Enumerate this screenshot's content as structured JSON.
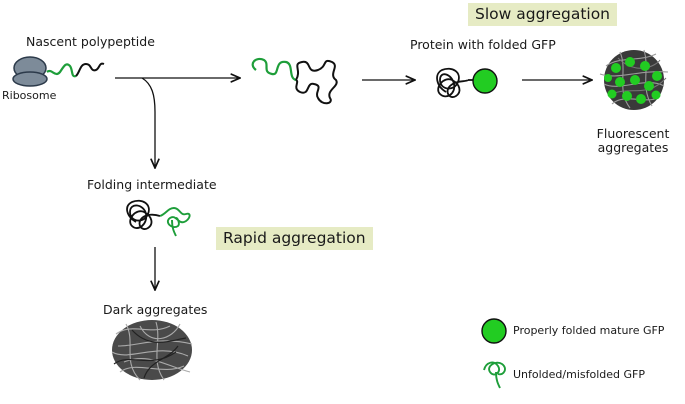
{
  "labels": {
    "nascent": "Nascent polypeptide",
    "ribosome": "Ribosome",
    "protein_folded_gfp": "Protein with folded GFP",
    "folding_intermediate": "Folding intermediate",
    "dark_aggregates": "Dark aggregates",
    "fluorescent_line1": "Fluorescent",
    "fluorescent_line2": "aggregates"
  },
  "badges": {
    "slow": "Slow aggregation",
    "rapid": "Rapid aggregation"
  },
  "legend": {
    "folded": "Properly folded mature GFP",
    "unfolded": "Unfolded/misfolded GFP"
  },
  "colors": {
    "gfp_green": "#22cc22",
    "chain_green": "#1e9e3a",
    "ribosome": "#7d8b99",
    "badge_bg": "#e6ebc4"
  }
}
